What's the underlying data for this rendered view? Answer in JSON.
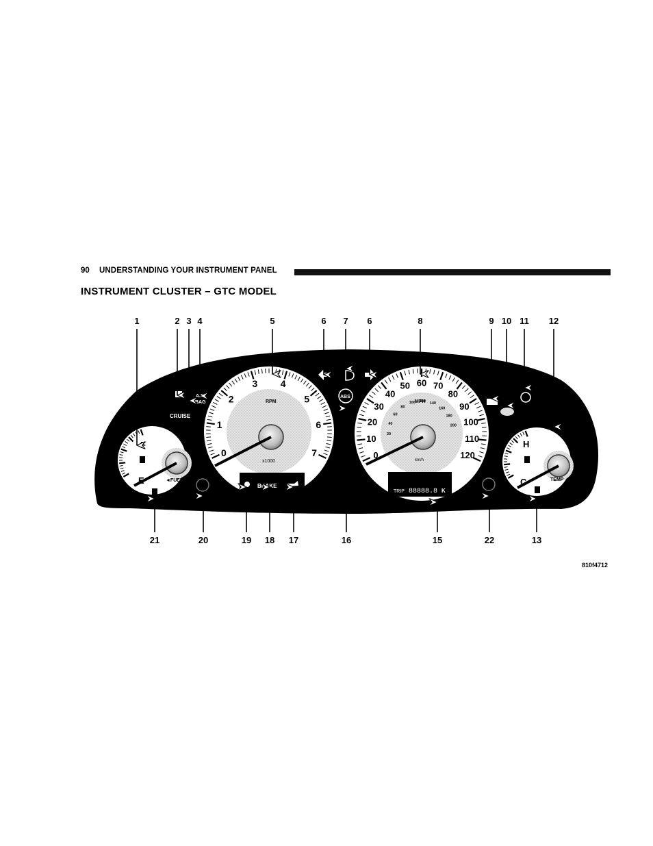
{
  "header": {
    "page_number": "90",
    "section": "UNDERSTANDING YOUR INSTRUMENT PANEL"
  },
  "heading": "INSTRUMENT CLUSTER – GTC MODEL",
  "figure": {
    "callouts_top": [
      "1",
      "2",
      "3",
      "4",
      "5",
      "6",
      "7",
      "6",
      "8",
      "9",
      "10",
      "11",
      "12"
    ],
    "callouts_bottom": [
      "21",
      "20",
      "19",
      "18",
      "17",
      "16",
      "15",
      "22",
      "13"
    ],
    "fuel_gauge": {
      "full": "F",
      "empty": "E",
      "label": "◄FUEL"
    },
    "warning_lights": {
      "cruise": "CRUISE",
      "airbag_line1": "AIR",
      "airbag_line2": "BAG",
      "abs": "ABS"
    },
    "tachometer": {
      "ticks": [
        "0",
        "1",
        "2",
        "3",
        "4",
        "5",
        "6",
        "7"
      ],
      "unit": "RPM",
      "multiplier": "x1000",
      "brake": "BRAKE"
    },
    "speedometer": {
      "mph_ticks": [
        "0",
        "10",
        "20",
        "30",
        "40",
        "50",
        "60",
        "70",
        "80",
        "90",
        "100",
        "110",
        "120"
      ],
      "unit_mph": "MPH",
      "kmh_ticks": [
        "20",
        "40",
        "60",
        "80",
        "100",
        "120",
        "140",
        "160",
        "180",
        "200"
      ],
      "unit_kmh": "km/h",
      "odometer_label": "TRIP",
      "odometer_value": "88888.8",
      "odometer_unit": "K"
    },
    "temp_gauge": {
      "hot": "H",
      "cold": "C",
      "label": "TEMP"
    },
    "code": "810f4712"
  }
}
